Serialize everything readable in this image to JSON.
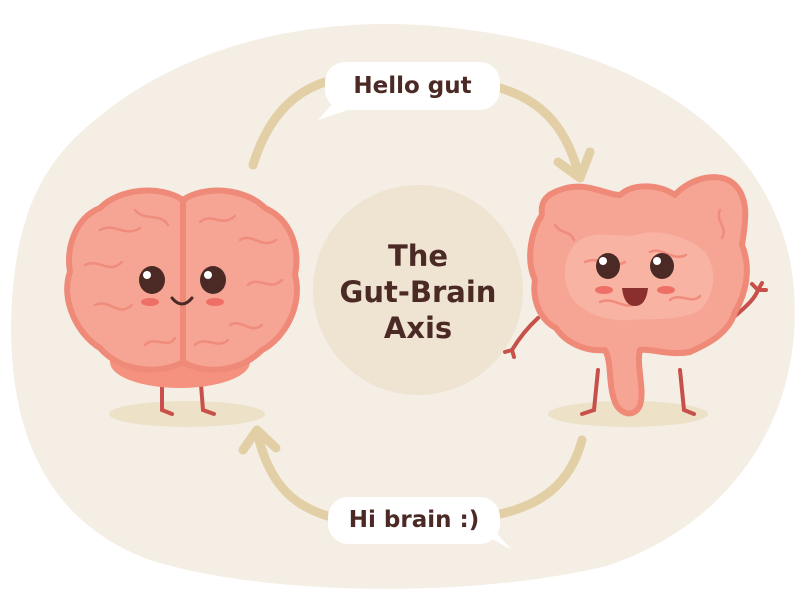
{
  "title": {
    "line1": "The",
    "line2": "Gut-Brain",
    "line3": "Axis"
  },
  "bubbles": {
    "top": "Hello gut",
    "bottom": "Hi brain :)"
  },
  "colors": {
    "background_blob": "#f4eee4",
    "center_circle": "#efe3d2",
    "arrows": "#e3cfa6",
    "brain_fill": "#f6a595",
    "brain_outline": "#ef8a79",
    "gut_fill": "#f6a595",
    "limbs": "#c9504a",
    "text": "#4b2a26"
  },
  "icons": [
    "brain-character-icon",
    "gut-character-icon",
    "arrow-icon"
  ]
}
